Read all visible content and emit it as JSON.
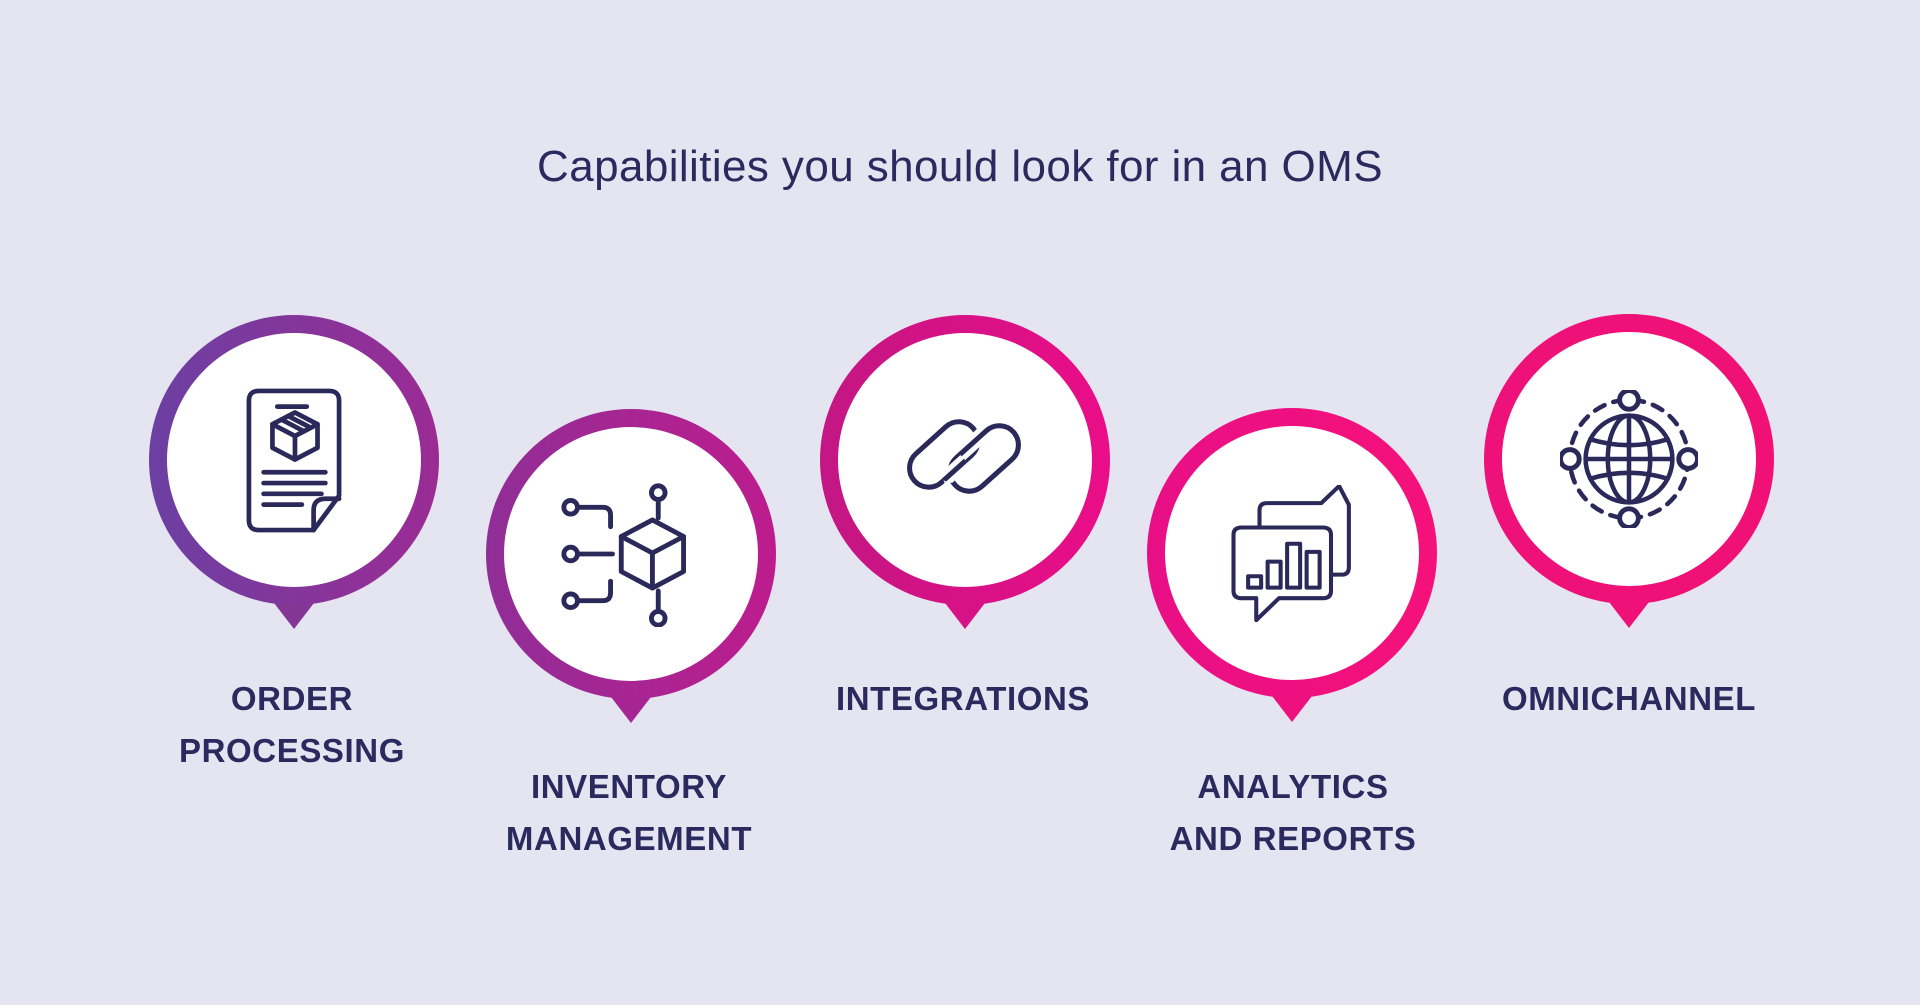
{
  "title": "Capabilities you should look for in an OMS",
  "colors": {
    "background": "#E5E4F1",
    "text_navy": "#2B2A5E",
    "icon_stroke": "#2A2959",
    "circle_fill": "#FFFFFF"
  },
  "capabilities": [
    {
      "line1": "ORDER",
      "line2": "PROCESSING",
      "icon": "order-processing-document-icon",
      "ring_from": "#6C40A2",
      "ring_to": "#9B2B94",
      "tail": "#843695"
    },
    {
      "line1": "INVENTORY",
      "line2": "MANAGEMENT",
      "icon": "inventory-network-box-icon",
      "ring_from": "#902E97",
      "ring_to": "#BE1C8D",
      "tail": "#A72592"
    },
    {
      "line1": "INTEGRATIONS",
      "line2": "",
      "icon": "integrations-chain-link-icon",
      "ring_from": "#C31684",
      "ring_to": "#EB0D87",
      "tail": "#D71186"
    },
    {
      "line1": "ANALYTICS",
      "line2": "AND REPORTS",
      "icon": "analytics-chart-bubbles-icon",
      "ring_from": "#E80F86",
      "ring_to": "#F5117A",
      "tail": "#EF1080"
    },
    {
      "line1": "OMNICHANNEL",
      "line2": "",
      "icon": "omnichannel-globe-icon",
      "ring_from": "#ED1179",
      "ring_to": "#F11176",
      "tail": "#EF1177"
    }
  ]
}
